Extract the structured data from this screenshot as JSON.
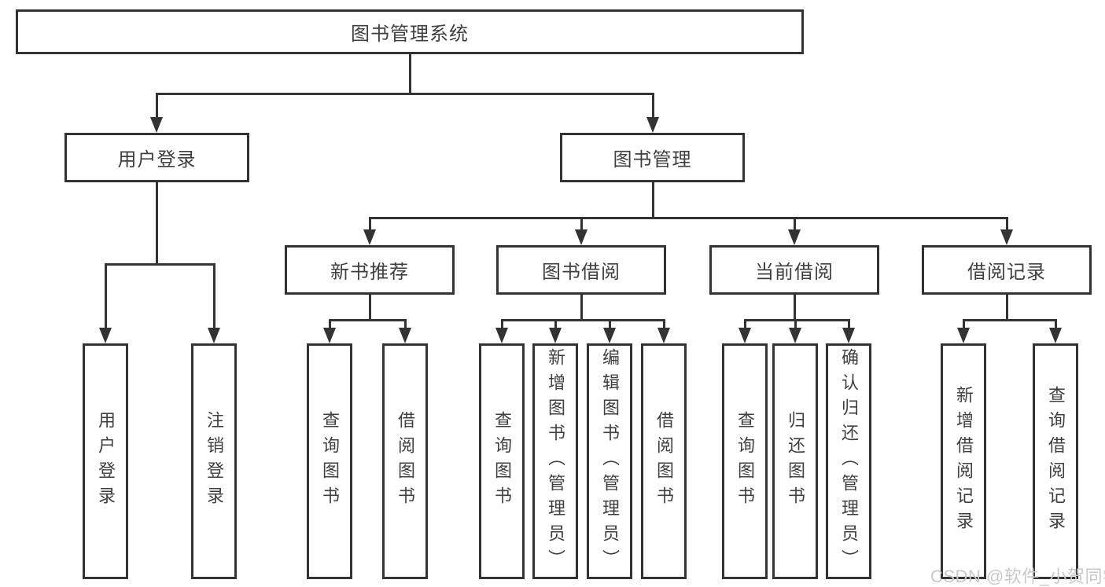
{
  "diagram": {
    "root": {
      "label": "图书管理系统"
    },
    "level2": [
      {
        "label": "用户登录"
      },
      {
        "label": "图书管理"
      }
    ],
    "level3": [
      {
        "label": "新书推荐"
      },
      {
        "label": "图书借阅"
      },
      {
        "label": "当前借阅"
      },
      {
        "label": "借阅记录"
      }
    ],
    "leafGroups": [
      {
        "parent": "用户登录",
        "leaves": [
          "用户登录",
          "注销登录"
        ]
      },
      {
        "parent": "新书推荐",
        "leaves": [
          "查询图书",
          "借阅图书"
        ]
      },
      {
        "parent": "图书借阅",
        "leaves": [
          "查询图书",
          "新增图书（管理员）",
          "编辑图书（管理员）",
          "借阅图书"
        ]
      },
      {
        "parent": "当前借阅",
        "leaves": [
          "查询图书",
          "归还图书",
          "确认归还（管理员）"
        ]
      },
      {
        "parent": "借阅记录",
        "leaves": [
          "新增借阅记录",
          "查询借阅记录"
        ]
      }
    ]
  },
  "watermark": {
    "text": "CSDN @软件_小贺同学"
  },
  "colors": {
    "line": "#333333",
    "text": "#3f3f3f",
    "watermark": "#c9c9c9",
    "background": "#ffffff"
  }
}
